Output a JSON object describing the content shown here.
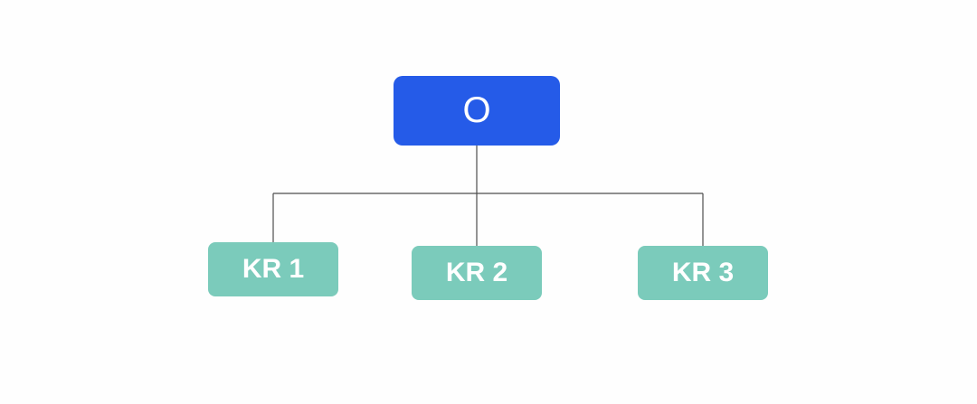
{
  "diagram": {
    "objective": {
      "label": "O"
    },
    "key_results": [
      {
        "label": "KR 1"
      },
      {
        "label": "KR 2"
      },
      {
        "label": "KR 3"
      }
    ]
  },
  "colors": {
    "objective_fill": "#255be8",
    "key_result_fill": "#7bcbbb",
    "connector": "#4d4d4d",
    "text": "#ffffff"
  }
}
